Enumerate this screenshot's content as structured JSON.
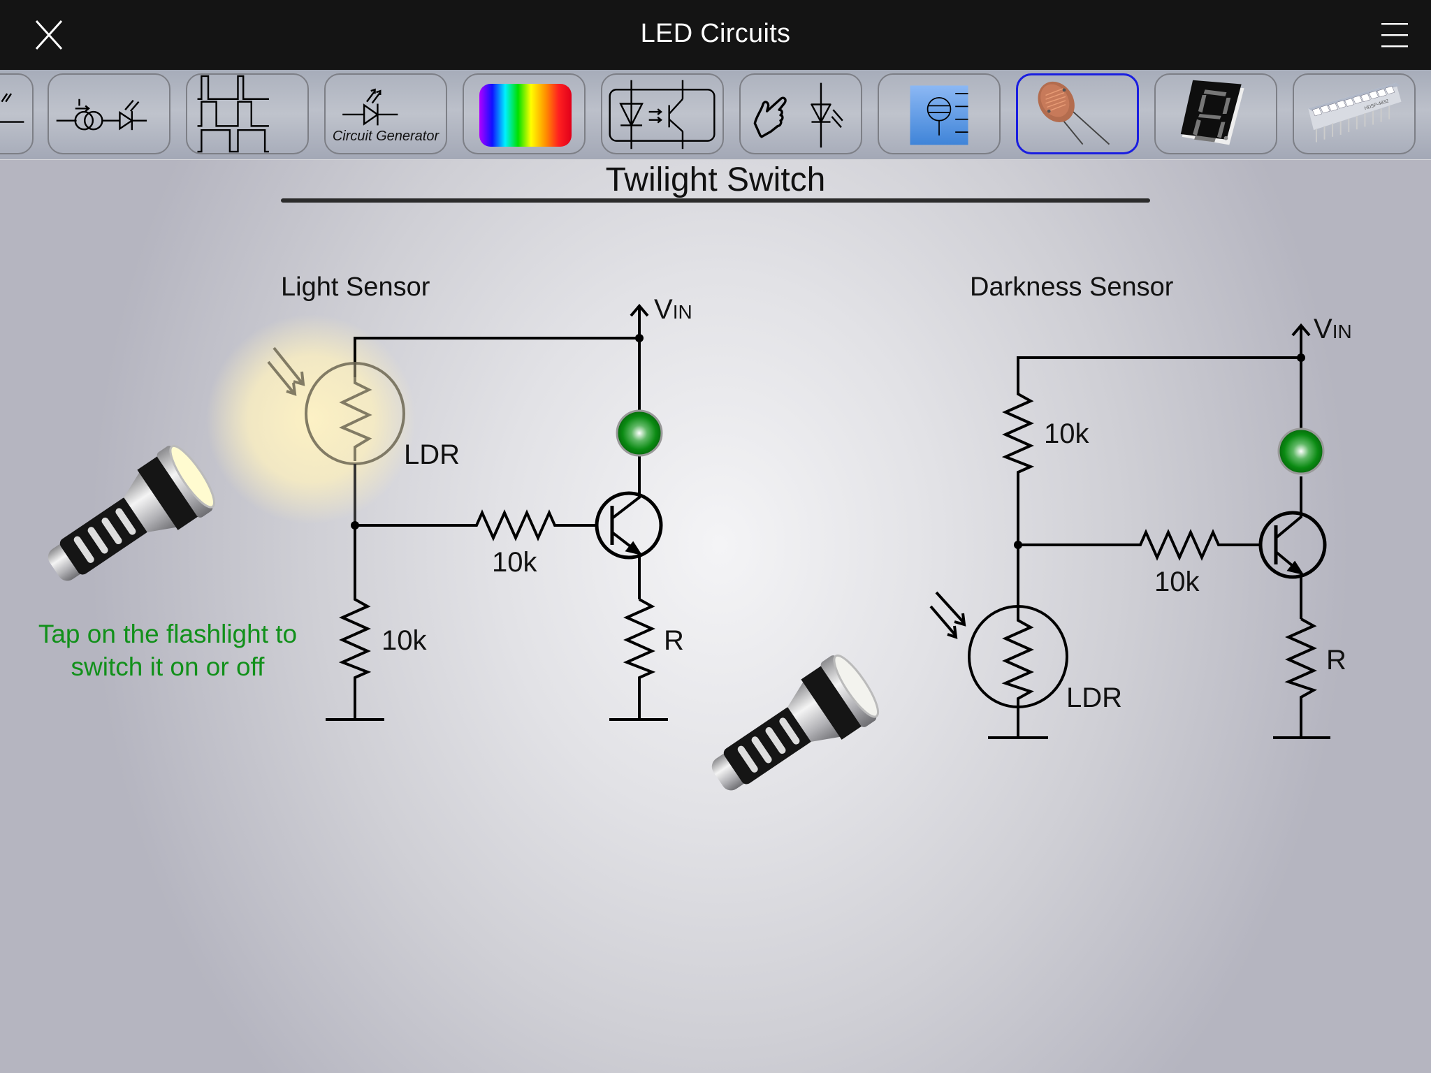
{
  "app": {
    "title": "LED Circuits",
    "close_icon": "close-x-icon",
    "menu_icon": "hamburger-menu-icon"
  },
  "toolbar": {
    "items": [
      {
        "name": "led-symbol-partial",
        "icon": "led-symbol-icon",
        "label": "",
        "selected": false
      },
      {
        "name": "current-source-led",
        "icon": "current-source-led-icon",
        "label": "",
        "selected": false
      },
      {
        "name": "pulse-waveforms",
        "icon": "square-wave-icon",
        "label": "",
        "selected": false
      },
      {
        "name": "circuit-generator",
        "icon": "led-symbol-icon",
        "label": "Circuit Generator",
        "selected": false
      },
      {
        "name": "color-spectrum",
        "icon": "rainbow-spectrum-icon",
        "label": "",
        "selected": false
      },
      {
        "name": "optocoupler",
        "icon": "optocoupler-icon",
        "label": "",
        "selected": false
      },
      {
        "name": "touch-led",
        "icon": "hand-touch-led-icon",
        "label": "",
        "selected": false
      },
      {
        "name": "datasheet",
        "icon": "blue-document-icon",
        "label": "",
        "selected": false
      },
      {
        "name": "ldr-photoresistor",
        "icon": "photoresistor-icon",
        "label": "",
        "selected": true
      },
      {
        "name": "seven-segment",
        "icon": "seven-segment-display-icon",
        "label": "",
        "selected": false
      },
      {
        "name": "bargraph",
        "icon": "led-bargraph-icon",
        "label": "",
        "selected": false
      }
    ],
    "selected_color": "#1a1ee0"
  },
  "page": {
    "title": "Twilight Switch",
    "hint": [
      "Tap on the flashlight to",
      "switch it on or off"
    ],
    "hint_color": "#11901a"
  },
  "light_sensor": {
    "title": "Light Sensor",
    "vin_label": "V",
    "vin_sub": "IN",
    "ldr_label": "LDR",
    "base_resistor": "10k",
    "divider_resistor": "10k",
    "load_resistor": "R",
    "led_color": "#0a8a12",
    "led_state": "on",
    "flashlight_state": "on"
  },
  "darkness_sensor": {
    "title": "Darkness Sensor",
    "vin_label": "V",
    "vin_sub": "IN",
    "ldr_label": "LDR",
    "base_resistor": "10k",
    "divider_resistor": "10k",
    "load_resistor": "R",
    "led_color": "#0a8a12",
    "led_state": "on",
    "flashlight_state": "off"
  }
}
